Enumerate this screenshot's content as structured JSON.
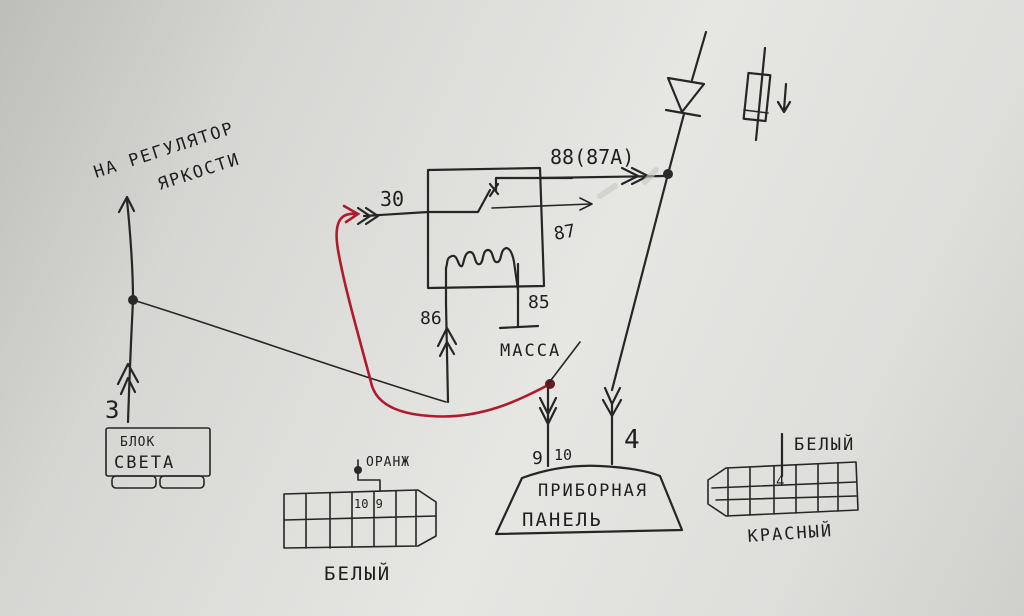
{
  "labels": {
    "brightness_line1": "НА РЕГУЛЯТОР",
    "brightness_line2": "ЯРКОСТИ",
    "light_block_line1": "БЛОК",
    "light_block_line2": "СВЕТА",
    "pin_3": "3",
    "relay_30": "30",
    "relay_88": "88(87А)",
    "relay_87": "87",
    "relay_86": "86",
    "relay_85": "85",
    "ground": "МАССА",
    "pin_9": "9",
    "pin_10": "10",
    "pin_4": "4",
    "dashboard_line1": "ПРИБОРНАЯ",
    "dashboard_line2": "ПАНЕЛЬ",
    "connector_white_pin_label": "ОРАНЖ",
    "connector_white_pins": "10 9",
    "connector_white_name": "БЕЛЫЙ",
    "connector_red_top_label": "БЕЛЫЙ",
    "connector_red_pin": "4",
    "connector_red_name": "КРАСНЫЙ"
  },
  "colors": {
    "ink": "#262626",
    "red_wire": "#b1192c"
  }
}
